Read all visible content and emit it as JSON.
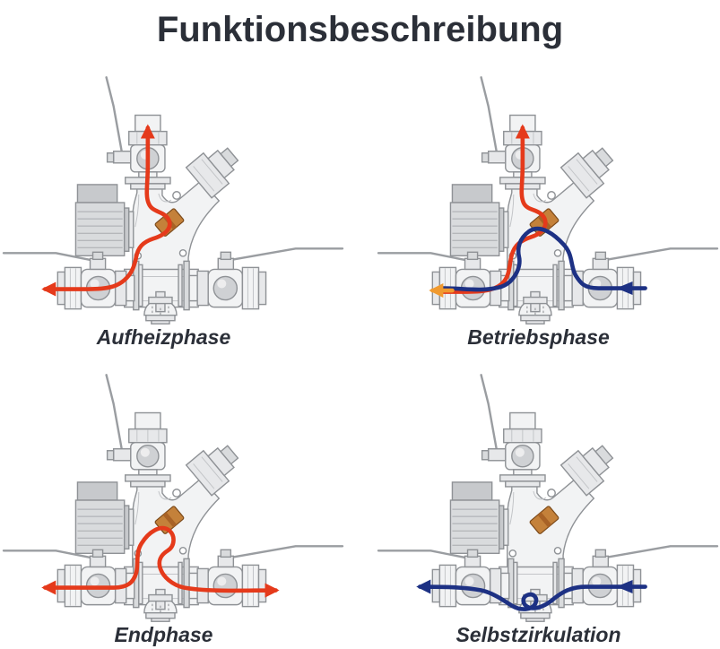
{
  "title": "Funktionsbeschreibung",
  "colors": {
    "hot": "#e53a1b",
    "cold": "#1d3184",
    "mixed": "#f09a2f",
    "cartridge": "#c4813a",
    "ink": "#2b2f38"
  },
  "panels": [
    {
      "id": "aufheizphase",
      "label": "Aufheizphase",
      "flows": [
        {
          "name": "hot-flow",
          "color": "hot",
          "arrows": [
            "out-top",
            "out-left"
          ]
        }
      ]
    },
    {
      "id": "betriebsphase",
      "label": "Betriebsphase",
      "flows": [
        {
          "name": "hot-flow",
          "color": "hot",
          "arrows": [
            "out-top"
          ]
        },
        {
          "name": "cold-return-flow",
          "color": "cold",
          "arrows": [
            "in-right"
          ]
        },
        {
          "name": "mixed-out-flow",
          "color": "mixed",
          "arrows": [
            "out-left"
          ]
        }
      ]
    },
    {
      "id": "endphase",
      "label": "Endphase",
      "flows": [
        {
          "name": "hot-flow",
          "color": "hot",
          "arrows": [
            "out-left",
            "out-right"
          ]
        }
      ]
    },
    {
      "id": "selbstzirkulation",
      "label": "Selbstzirkulation",
      "flows": [
        {
          "name": "gravity-circulation-flow",
          "color": "cold",
          "arrows": [
            "in-right",
            "out-left"
          ]
        }
      ]
    }
  ]
}
